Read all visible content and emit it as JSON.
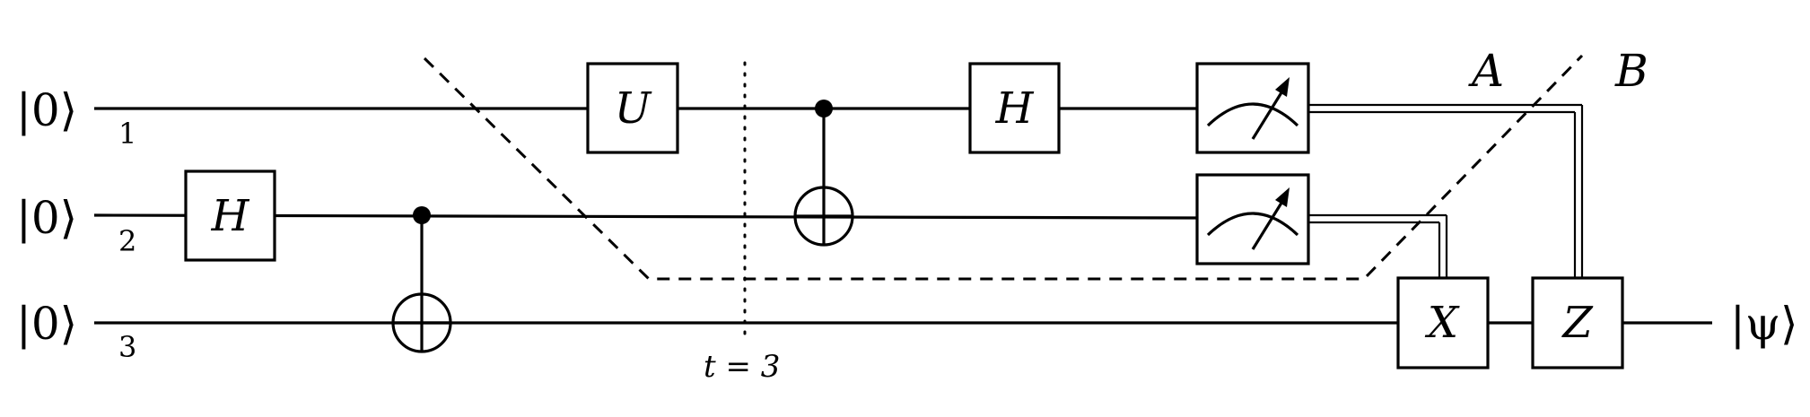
{
  "qubits": [
    {
      "ket": "|0⟩",
      "index": "1"
    },
    {
      "ket": "|0⟩",
      "index": "2"
    },
    {
      "ket": "|0⟩",
      "index": "3"
    }
  ],
  "gates": {
    "h_q2": "H",
    "u_q1": "U",
    "h_q1": "H",
    "x_q3": "X",
    "z_q3": "Z"
  },
  "time_marker": "t = 3",
  "partition_labels": {
    "a": "A",
    "b": "B"
  },
  "output_state": "|ψ⟩",
  "icons": {
    "measurement": "meter-icon"
  }
}
